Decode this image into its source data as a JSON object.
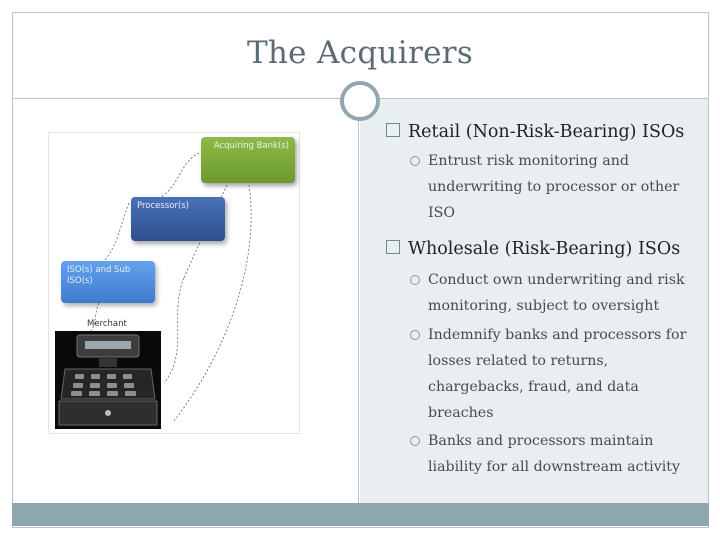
{
  "slide": {
    "title": "The Acquirers",
    "bullets": [
      {
        "text": "Retail (Non-Risk-Bearing) ISOs",
        "sub": [
          "Entrust risk monitoring and underwriting to processor or other ISO"
        ]
      },
      {
        "text": "Wholesale (Risk-Bearing) ISOs",
        "sub": [
          "Conduct own underwriting and risk monitoring, subject to oversight",
          "Indemnify banks and processors for losses related to returns, chargebacks, fraud, and data breaches",
          "Banks and processors maintain liability for all downstream activity"
        ]
      }
    ]
  },
  "diagram": {
    "nodes": {
      "acquiring_bank": "Acquiring Bank(s)",
      "processor": "Processor(s)",
      "iso": "ISO(s) and Sub ISO(s)",
      "merchant": "Merchant"
    },
    "colors": {
      "green": "#7fa83a",
      "blue": "#3d63a8",
      "light_blue": "#4f8ee0"
    }
  },
  "theme": {
    "frame": "#b9c6c9",
    "accent": "#8ea6ad",
    "panel": "#e9eef0",
    "title_color": "#5a6b75"
  }
}
